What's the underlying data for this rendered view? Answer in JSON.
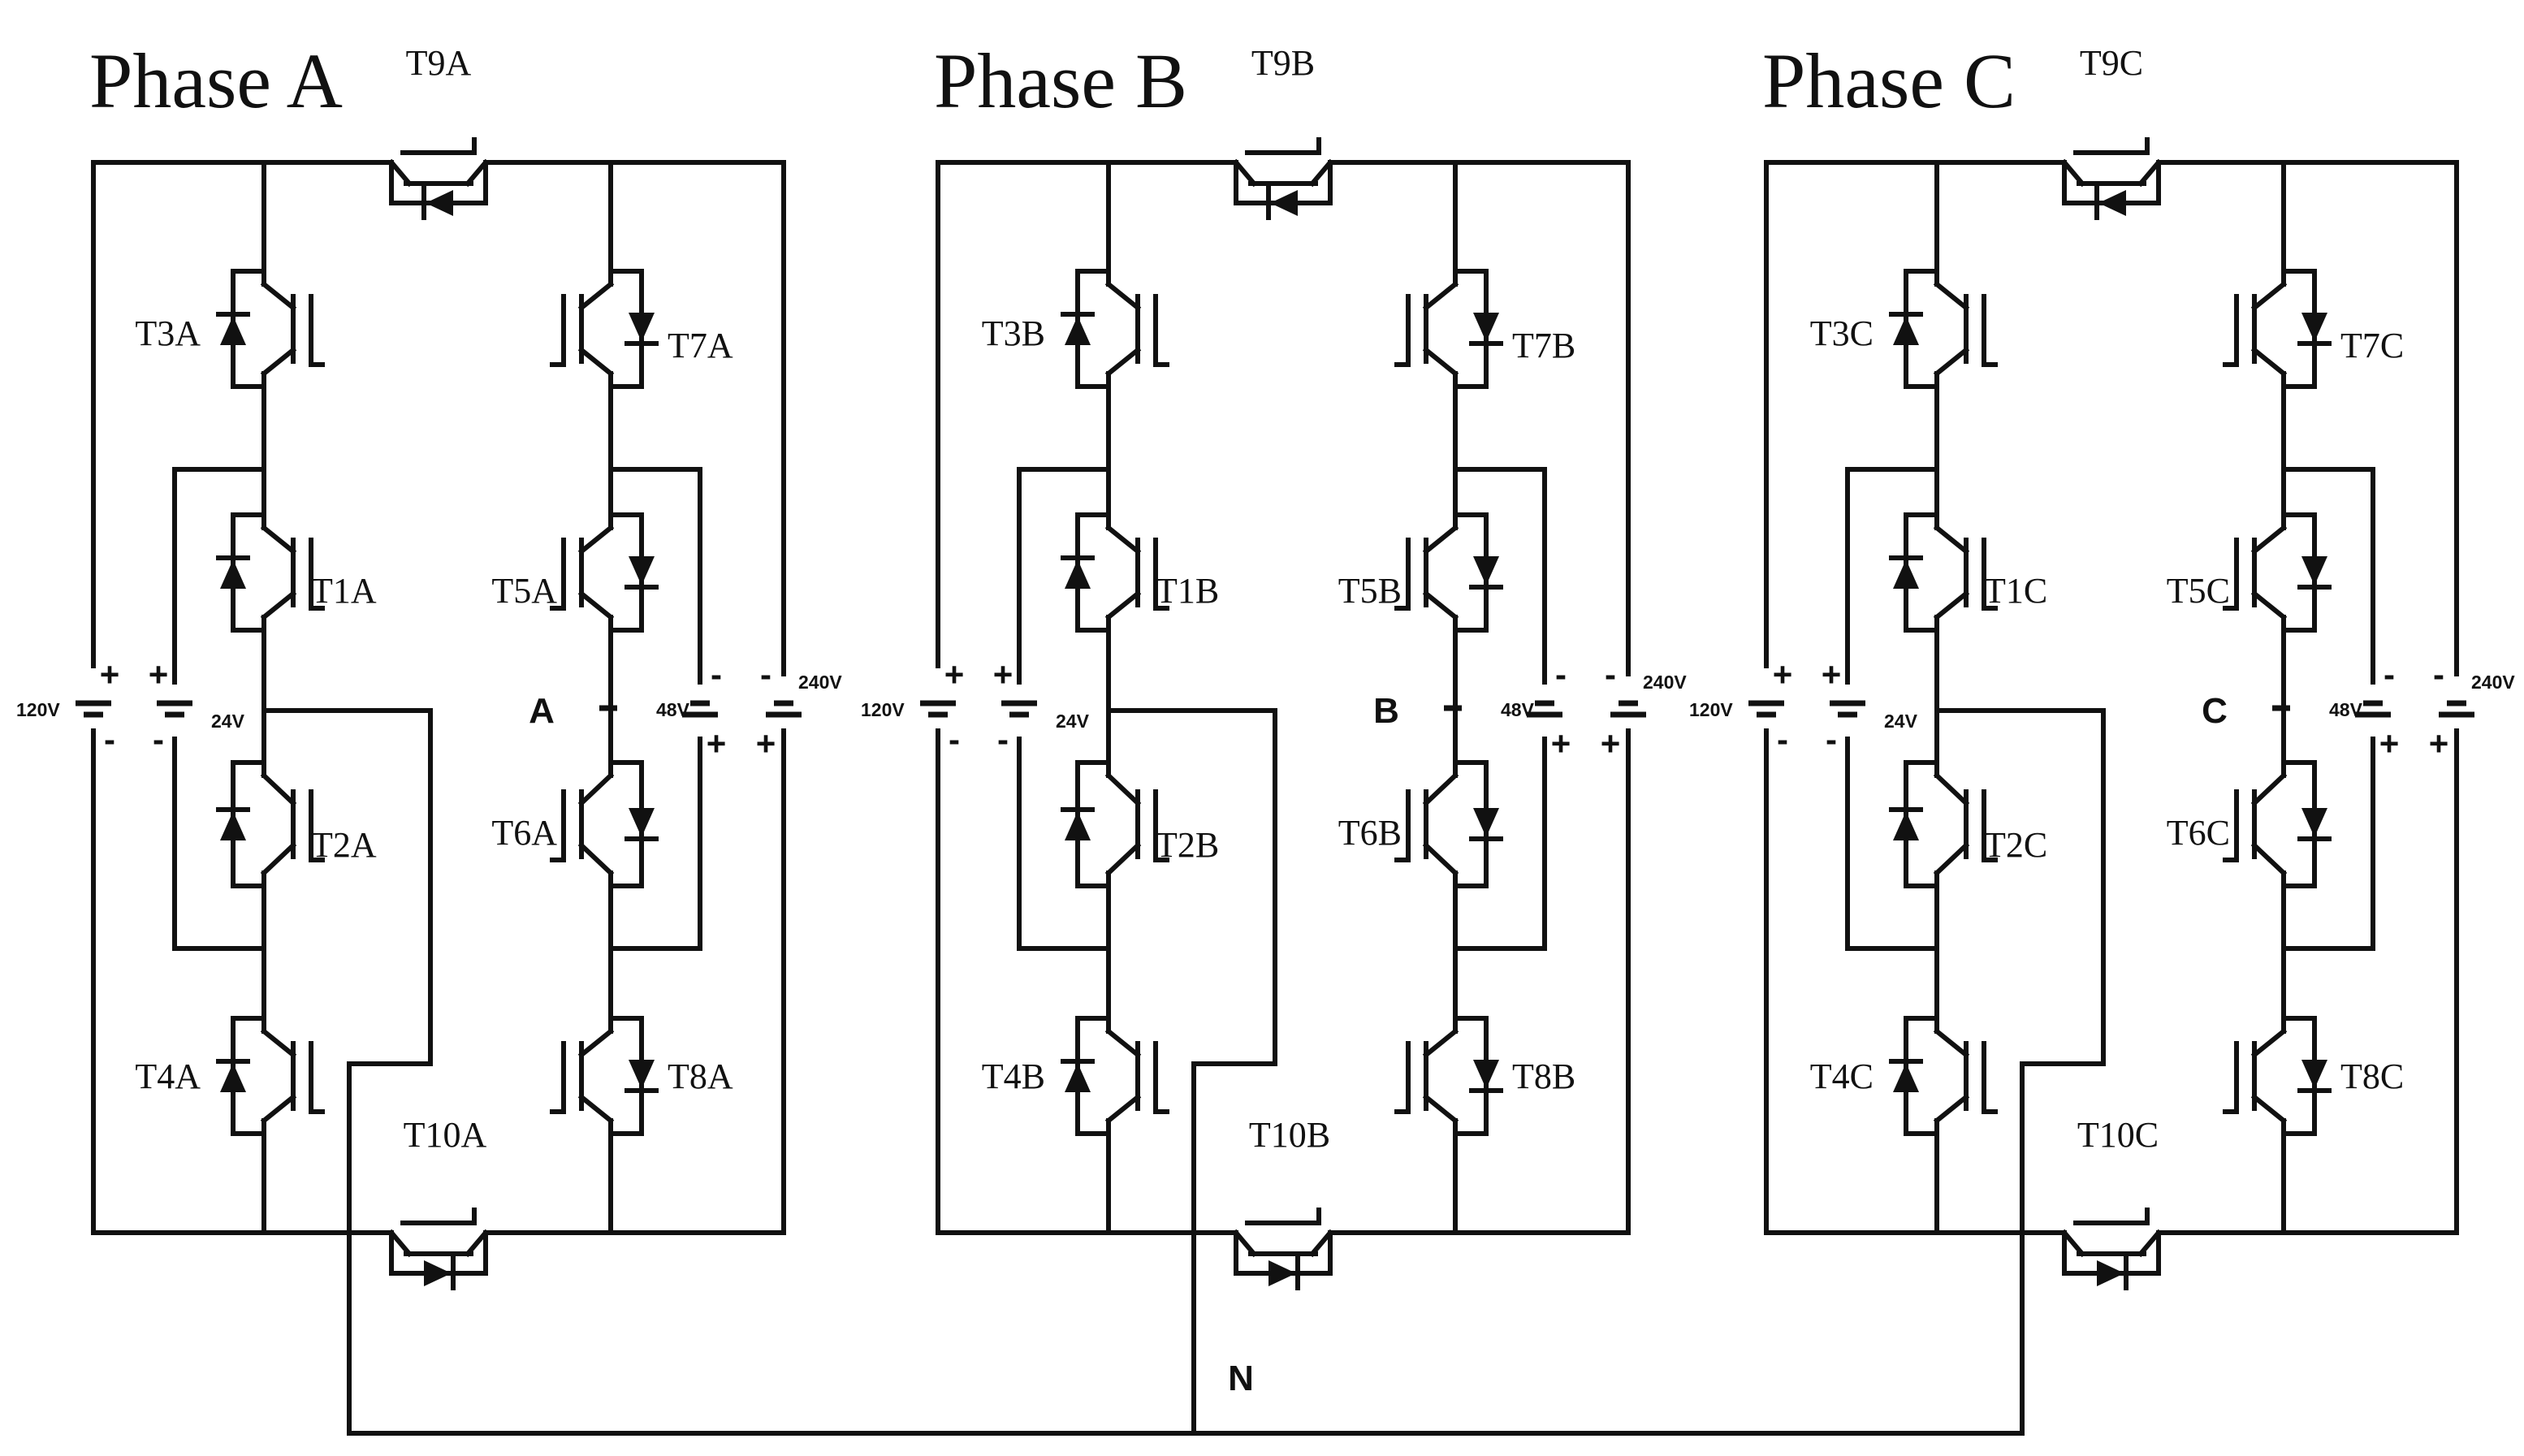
{
  "neutral_label": "N",
  "phases": [
    {
      "title": "Phase A",
      "node": "A",
      "switches": {
        "T1": "T1A",
        "T2": "T2A",
        "T3": "T3A",
        "T4": "T4A",
        "T5": "T5A",
        "T6": "T6A",
        "T7": "T7A",
        "T8": "T8A",
        "T9": "T9A",
        "T10": "T10A"
      },
      "sources": {
        "outer_left": "120V",
        "inner_left": "24V",
        "inner_right": "48V",
        "outer_right": "240V"
      }
    },
    {
      "title": "Phase B",
      "node": "B",
      "switches": {
        "T1": "T1B",
        "T2": "T2B",
        "T3": "T3B",
        "T4": "T4B",
        "T5": "T5B",
        "T6": "T6B",
        "T7": "T7B",
        "T8": "T8B",
        "T9": "T9B",
        "T10": "T10B"
      },
      "sources": {
        "outer_left": "120V",
        "inner_left": "24V",
        "inner_right": "48V",
        "outer_right": "240V"
      }
    },
    {
      "title": "Phase C",
      "node": "C",
      "switches": {
        "T1": "T1C",
        "T2": "T2C",
        "T3": "T3C",
        "T4": "T4C",
        "T5": "T5C",
        "T6": "T6C",
        "T7": "T7C",
        "T8": "T8C",
        "T9": "T9C",
        "T10": "T10C"
      },
      "sources": {
        "outer_left": "120V",
        "inner_left": "24V",
        "inner_right": "48V",
        "outer_right": "240V"
      }
    }
  ],
  "polarity": {
    "plus": "+",
    "minus": "-"
  }
}
